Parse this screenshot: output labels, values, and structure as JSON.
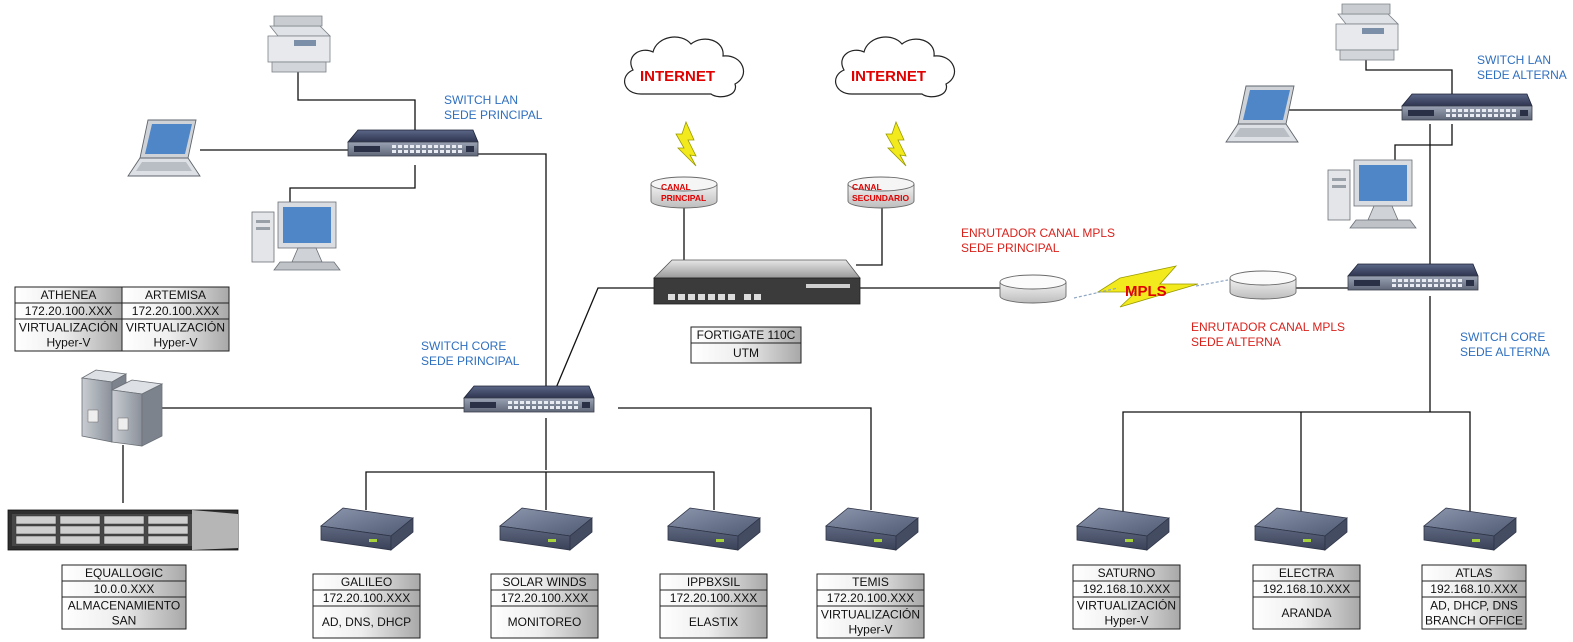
{
  "labels": {
    "switch_lan_principal": [
      "SWITCH LAN",
      "SEDE PRINCIPAL"
    ],
    "switch_core_principal": [
      "SWITCH CORE",
      "SEDE PRINCIPAL"
    ],
    "switch_lan_alterna": [
      "SWITCH LAN",
      "SEDE ALTERNA"
    ],
    "switch_core_alterna": [
      "SWITCH CORE",
      "SEDE ALTERNA"
    ],
    "router_principal": [
      "ENRUTADOR CANAL MPLS",
      "SEDE PRINCIPAL"
    ],
    "router_alterna": [
      "ENRUTADOR CANAL MPLS",
      "SEDE ALTERNA"
    ],
    "internet1": "INTERNET",
    "internet2": "INTERNET",
    "canal_principal": [
      "CANAL",
      "PRINCIPAL"
    ],
    "canal_secundario": [
      "CANAL",
      "SECUNDARIO"
    ],
    "mpls": "MPLS"
  },
  "tables": {
    "athenea": [
      "ATHENEA",
      "172.20.100.XXX",
      "VIRTUALIZACIÓN",
      "Hyper-V"
    ],
    "artemisa": [
      "ARTEMISA",
      "172.20.100.XXX",
      "VIRTUALIZACIÓN",
      "Hyper-V"
    ],
    "fortigate": [
      "FORTIGATE 110C",
      "UTM"
    ],
    "equallogic": [
      "EQUALLOGIC",
      "10.0.0.XXX",
      "ALMACENAMIENTO",
      "SAN"
    ],
    "galileo": [
      "GALILEO",
      "172.20.100.XXX",
      "AD, DNS, DHCP"
    ],
    "solarwinds": [
      "SOLAR WINDS",
      "172.20.100.XXX",
      "MONITOREO"
    ],
    "ippbxsil": [
      "IPPBXSIL",
      "172.20.100.XXX",
      "ELASTIX"
    ],
    "temis": [
      "TEMIS",
      "172.20.100.XXX",
      "VIRTUALIZACIÓN",
      "Hyper-V"
    ],
    "saturno": [
      "SATURNO",
      "192.168.10.XXX",
      "VIRTUALIZACIÓN",
      "Hyper-V"
    ],
    "electra": [
      "ELECTRA",
      "192.168.10.XXX",
      "ARANDA"
    ],
    "atlas": [
      "ATLAS",
      "192.168.10.XXX",
      "AD, DHCP, DNS",
      "BRANCH OFFICE"
    ]
  },
  "colors": {
    "blue_label": "#2f6fbf",
    "red_label": "#d9221c",
    "switch_body": "#2e3550",
    "cable": "#111111"
  },
  "icons": [
    "printer-icon",
    "laptop-icon",
    "desktop-icon",
    "switch-icon",
    "server-tower-icon",
    "storage-array-icon",
    "appliance-server-icon",
    "cloud-icon",
    "lightning-icon",
    "cylinder-icon",
    "router-icon",
    "firewall-icon"
  ]
}
